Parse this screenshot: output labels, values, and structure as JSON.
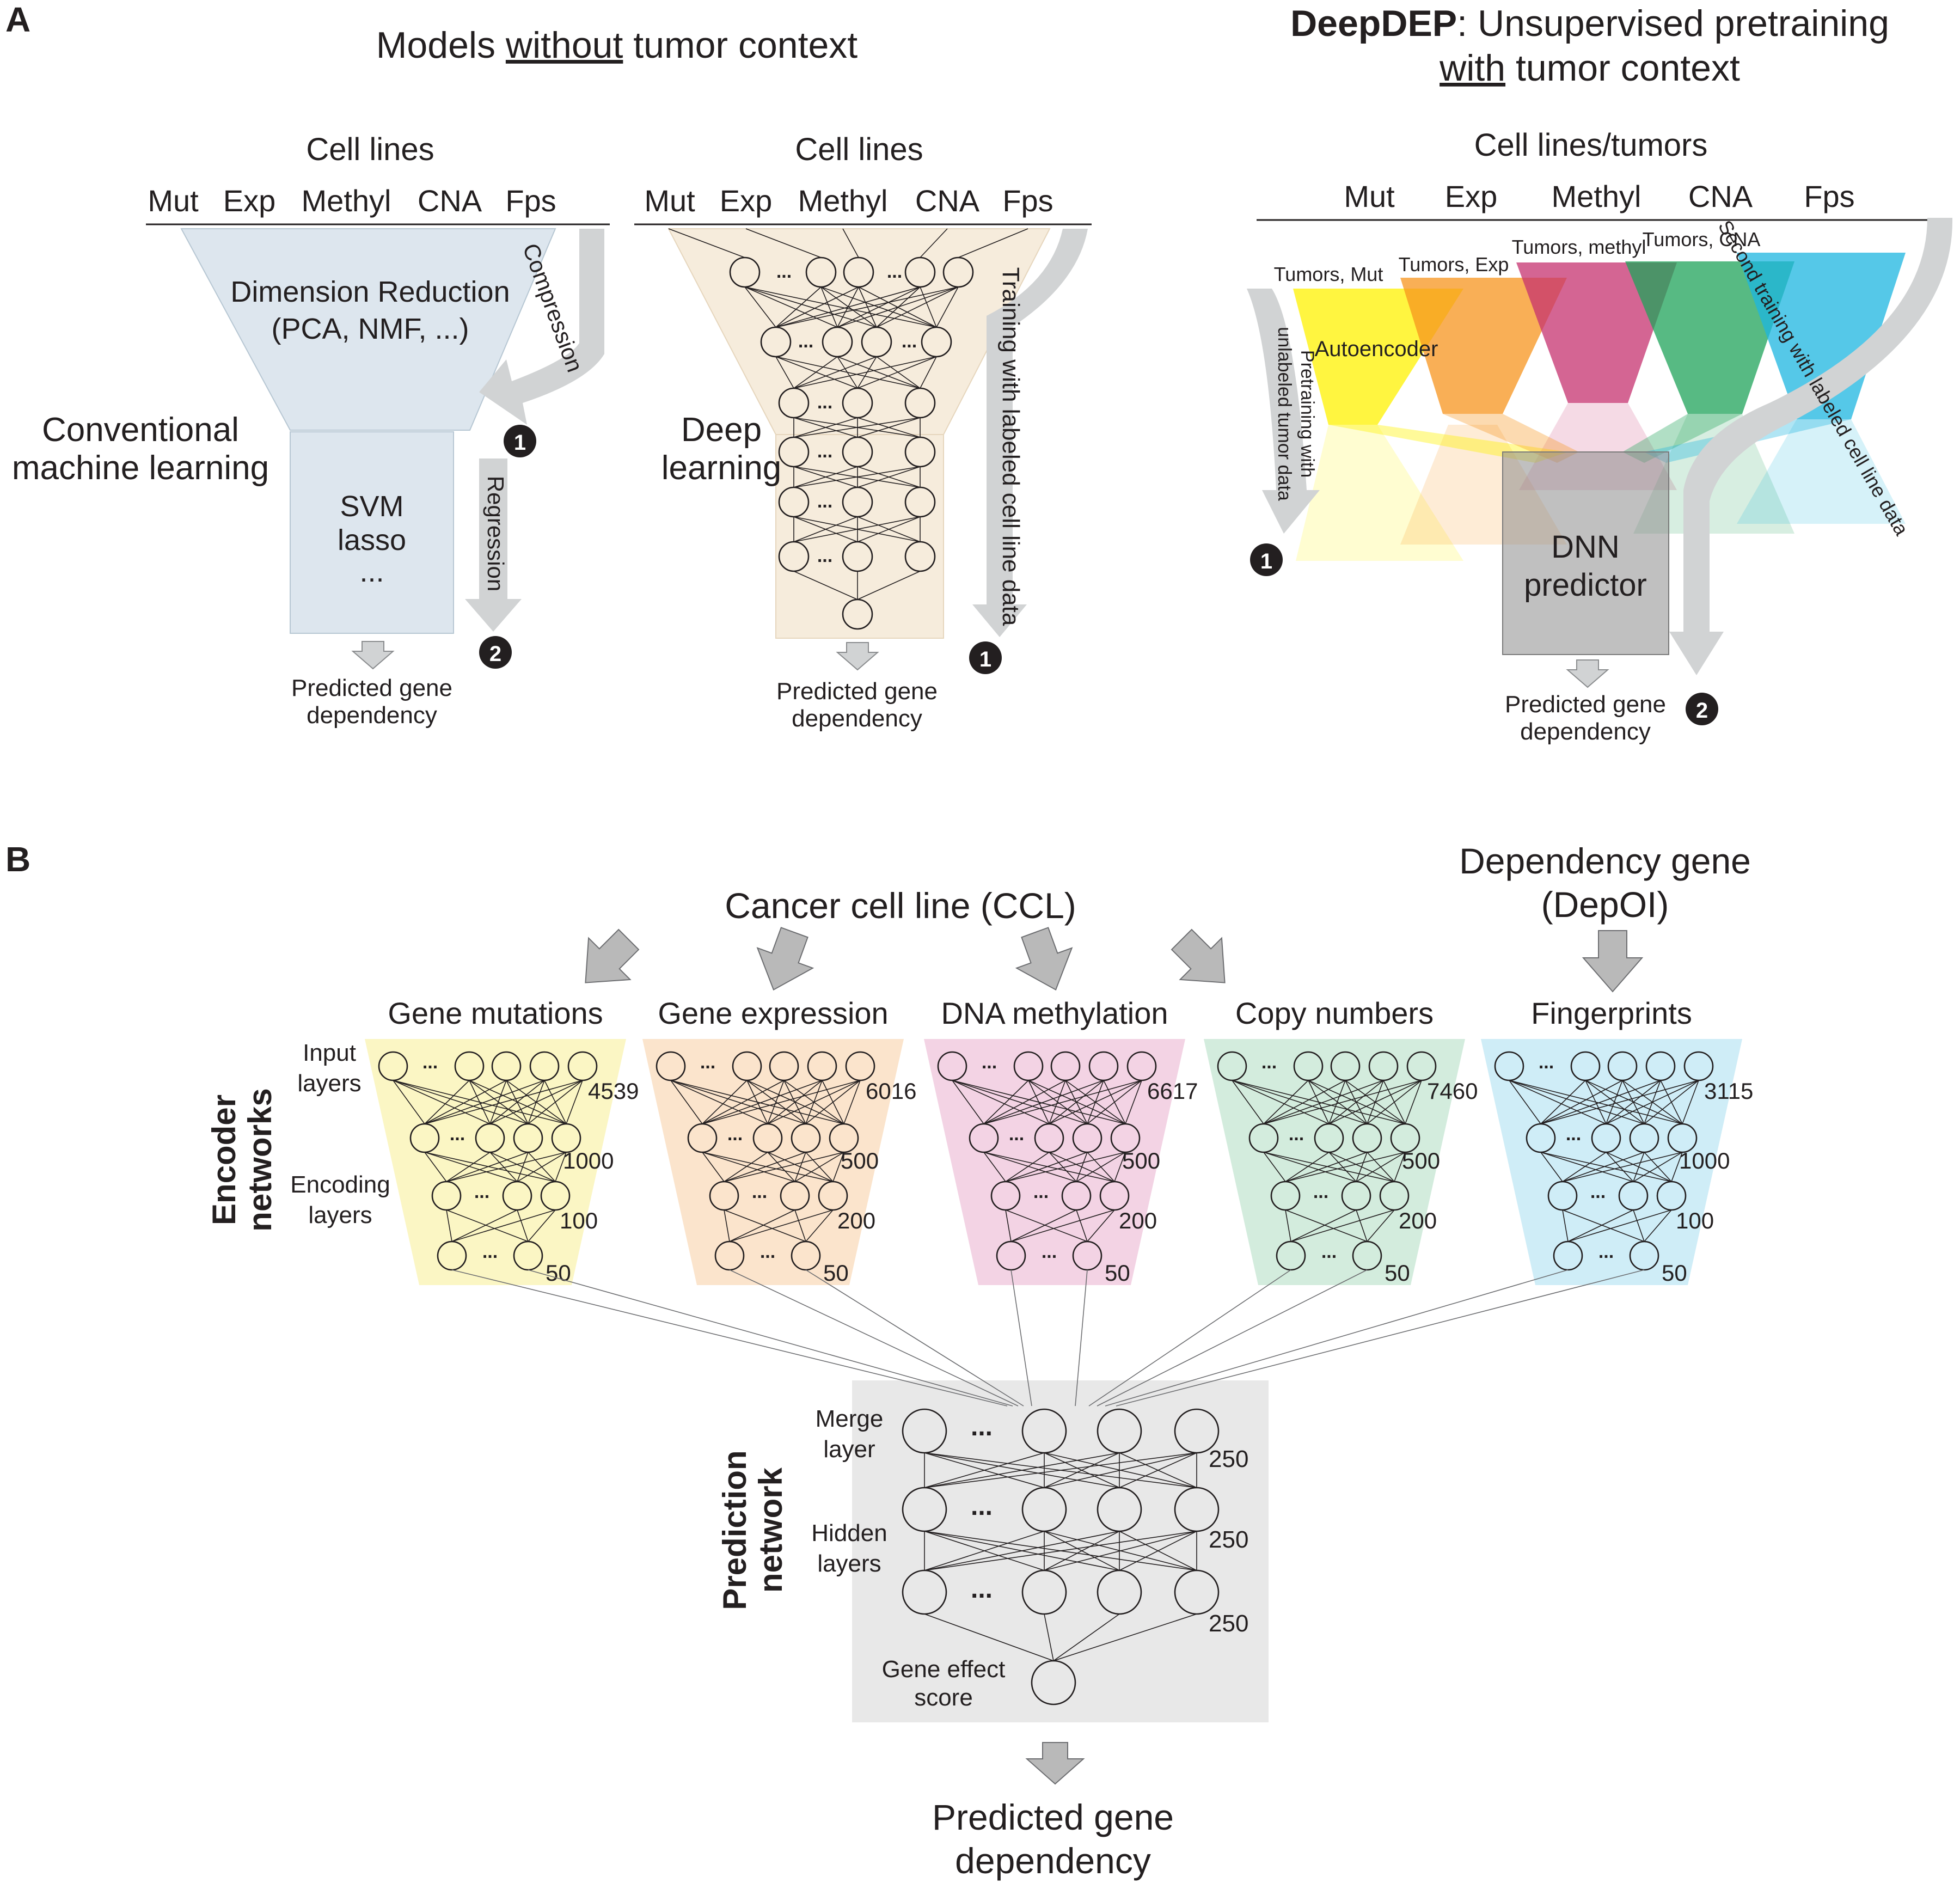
{
  "panelA": {
    "letter": "A",
    "left_title_pre": "Models ",
    "left_title_underlined": "without",
    "left_title_post": " tumor context",
    "right_title_bold": "DeepDEP",
    "right_title_line1": ": Unsupervised pretraining",
    "right_title_line2_underlined": "with",
    "right_title_line2_post": " tumor context",
    "conventional": {
      "header": "Cell lines",
      "inputs": [
        "Mut",
        "Exp",
        "Methyl",
        "CNA",
        "Fps"
      ],
      "reduction_line1": "Dimension Reduction",
      "reduction_line2": "(PCA, NMF, ...)",
      "label_line1": "Conventional",
      "label_line2": "machine learning",
      "model_lines": [
        "SVM",
        "lasso",
        "..."
      ],
      "arrow1_label": "Compression",
      "arrow2_label": "Regression",
      "step1": "1",
      "step2": "2",
      "output_line1": "Predicted gene",
      "output_line2": "dependency"
    },
    "deep": {
      "header": "Cell lines",
      "inputs": [
        "Mut",
        "Exp",
        "Methyl",
        "CNA",
        "Fps"
      ],
      "label_line1": "Deep",
      "label_line2": "learning",
      "ellipsis": "...",
      "arrow_label": "Training with labeled cell line data",
      "step1": "1",
      "output_line1": "Predicted gene",
      "output_line2": "dependency"
    },
    "deepdep": {
      "header": "Cell lines/tumors",
      "inputs": [
        "Mut",
        "Exp",
        "Methyl",
        "CNA",
        "Fps"
      ],
      "tumor_labels": [
        "Tumors, Mut",
        "Tumors, Exp",
        "Tumors, methyl",
        "Tumors, CNA"
      ],
      "autoencoder_label": "Autoencoder",
      "pretrain_line1": "Pretraining with",
      "pretrain_line2": "unlabeled tumor data",
      "second_training_label": "Second training with labeled cell line data",
      "predictor_line1": "DNN",
      "predictor_line2": "predictor",
      "step1": "1",
      "step2": "2",
      "output_line1": "Predicted gene",
      "output_line2": "dependency",
      "colors": [
        "#fff200",
        "#f7941d",
        "#c6316f",
        "#1fa35a",
        "#1cb5e0"
      ]
    }
  },
  "panelB": {
    "letter": "B",
    "ccl_title": "Cancer cell line (CCL)",
    "dep_title_line1": "Dependency gene",
    "dep_title_line2": "(DepOI)",
    "encoder_label_line1": "Encoder",
    "encoder_label_line2": "networks",
    "input_layers_line1": "Input",
    "input_layers_line2": "layers",
    "encoding_layers_line1": "Encoding",
    "encoding_layers_line2": "layers",
    "ellipsis": "...",
    "encoders": [
      {
        "name": "Gene mutations",
        "sizes": [
          "4539",
          "1000",
          "100",
          "50"
        ],
        "color": "#fbf6c4"
      },
      {
        "name": "Gene expression",
        "sizes": [
          "6016",
          "500",
          "200",
          "50"
        ],
        "color": "#fbe4cc"
      },
      {
        "name": "DNA methylation",
        "sizes": [
          "6617",
          "500",
          "200",
          "50"
        ],
        "color": "#f3d3e4"
      },
      {
        "name": "Copy numbers",
        "sizes": [
          "7460",
          "500",
          "200",
          "50"
        ],
        "color": "#d3ecdd"
      },
      {
        "name": "Fingerprints",
        "sizes": [
          "3115",
          "1000",
          "100",
          "50"
        ],
        "color": "#cfedf7"
      }
    ],
    "prediction_label_line1": "Prediction",
    "prediction_label_line2": "network",
    "merge_line1": "Merge",
    "merge_line2": "layer",
    "hidden_line1": "Hidden",
    "hidden_line2": "layers",
    "gene_effect_line1": "Gene effect",
    "gene_effect_line2": "score",
    "layer_sizes": [
      "250",
      "250",
      "250"
    ],
    "output_line1": "Predicted gene",
    "output_line2": "dependency",
    "prediction_bg": "#e8e8e8"
  }
}
